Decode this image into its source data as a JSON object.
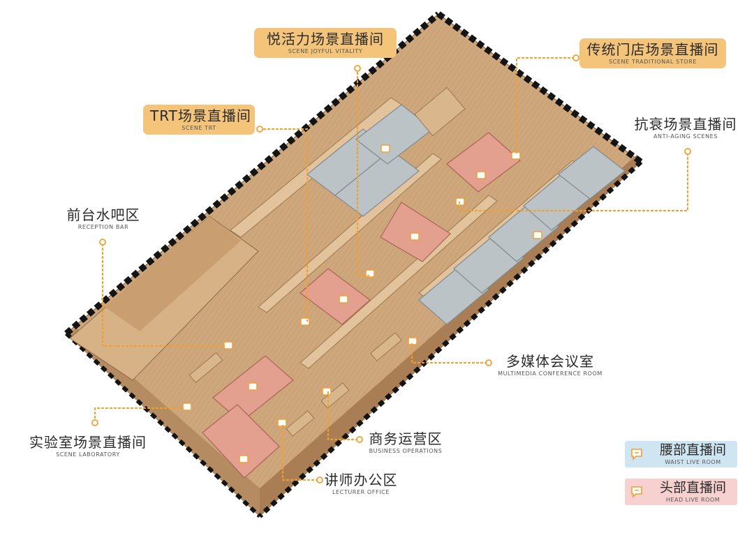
{
  "colors": {
    "floor": "#cfa77c",
    "wall": "#e2c39c",
    "outer_wall": "#141414",
    "grey_room": "#bcc3c6",
    "pink_room": "#e4a08e",
    "accent": "#f0a030",
    "callout_bg": "#f3c47a",
    "legend_waist_bg": "#cfe6f2",
    "legend_head_bg": "#f6d1cf"
  },
  "callouts": [
    {
      "id": "joyful",
      "cn": "悦活力场景直播间",
      "en": "SCENE JOYFUL VITALITY",
      "boxed": true
    },
    {
      "id": "traditional",
      "cn": "传统门店场景直播间",
      "en": "SCENE TRADITIONAL STORE",
      "boxed": true
    },
    {
      "id": "trt",
      "cn": "TRT场景直播间",
      "en": "SCENE TRT",
      "boxed": true
    },
    {
      "id": "antiaging",
      "cn": "抗衰场景直播间",
      "en": "ANTI-AGING SCENES",
      "boxed": false
    },
    {
      "id": "reception",
      "cn": "前台水吧区",
      "en": "RECEPTION BAR",
      "boxed": false
    },
    {
      "id": "multimedia",
      "cn": "多媒体会议室",
      "en": "MULTIMEDIA CONFERENCE ROOM",
      "boxed": false
    },
    {
      "id": "laboratory",
      "cn": "实验室场景直播间",
      "en": "SCENE LABORATORY",
      "boxed": false
    },
    {
      "id": "business",
      "cn": "商务运营区",
      "en": "BUSINESS OPERATIONS",
      "boxed": false
    },
    {
      "id": "lecturer",
      "cn": "讲师办公区",
      "en": "LECTURER OFFICE",
      "boxed": false
    }
  ],
  "legend": [
    {
      "id": "waist",
      "cn": "腰部直播间",
      "en": "WAIST LIVE ROOM",
      "icon": "chat-bubble-icon"
    },
    {
      "id": "head",
      "cn": "头部直播间",
      "en": "HEAD LIVE ROOM",
      "icon": "chat-bubble-icon"
    }
  ]
}
